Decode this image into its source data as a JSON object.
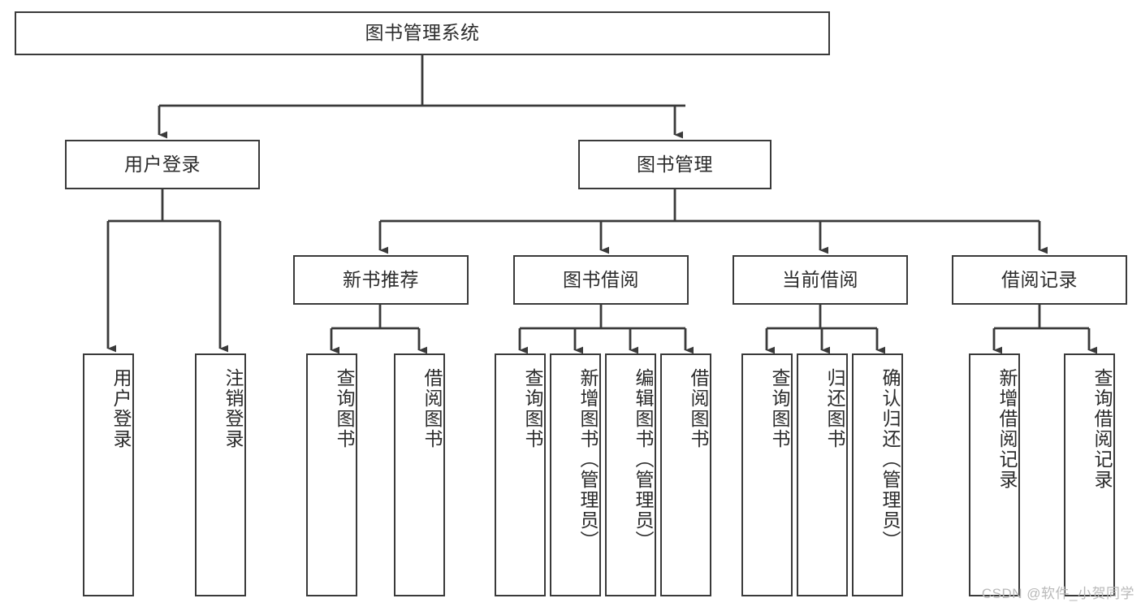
{
  "diagram": {
    "type": "tree-hierarchy",
    "title": "图书管理系统",
    "watermark": "CSDN @软件_小贺同学",
    "colors": {
      "box_border": "#3a3a3a",
      "box_fill": "#ffffff",
      "line": "#3a3a3a",
      "text": "#2b2b2b",
      "watermark": "#b9b9b9",
      "background": "#ffffff"
    },
    "root": {
      "label": "图书管理系统"
    },
    "level2": [
      {
        "label": "用户登录"
      },
      {
        "label": "图书管理"
      }
    ],
    "level3": [
      {
        "label": "新书推荐"
      },
      {
        "label": "图书借阅"
      },
      {
        "label": "当前借阅"
      },
      {
        "label": "借阅记录"
      }
    ],
    "leaves": {
      "user_login": [
        {
          "label": "用户登录"
        },
        {
          "label": "注销登录"
        }
      ],
      "new_book_recommend": [
        {
          "label": "查询图书"
        },
        {
          "label": "借阅图书"
        }
      ],
      "book_borrow": [
        {
          "label": "查询图书"
        },
        {
          "label": "新增图书（管理员）"
        },
        {
          "label": "编辑图书（管理员）"
        },
        {
          "label": "借阅图书"
        }
      ],
      "current_borrow": [
        {
          "label": "查询图书"
        },
        {
          "label": "归还图书"
        },
        {
          "label": "确认归还（管理员）"
        }
      ],
      "borrow_record": [
        {
          "label": "新增借阅记录"
        },
        {
          "label": "查询借阅记录"
        }
      ]
    }
  }
}
